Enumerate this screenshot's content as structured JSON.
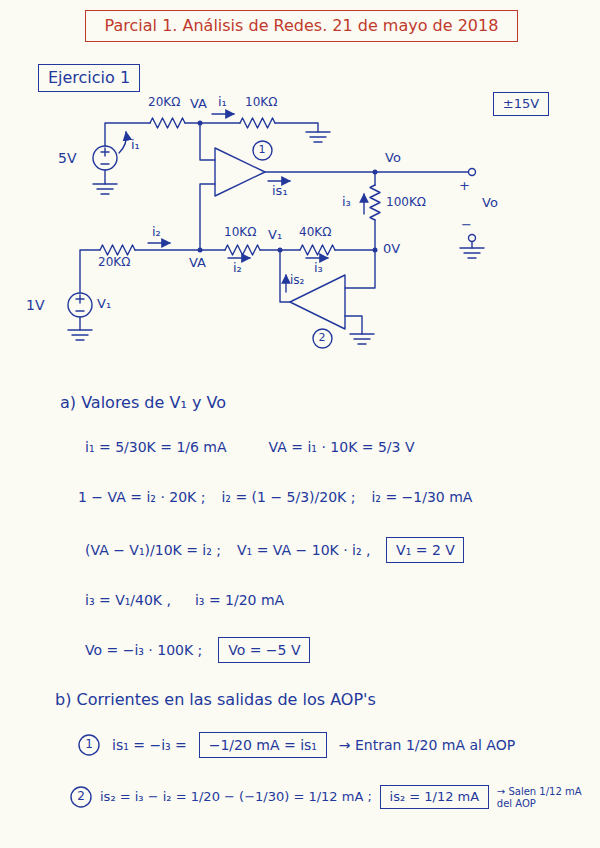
{
  "diagram": {
    "title": "Parcial 1. Análisis de Redes. 21 de mayo de 2018",
    "nodes": [
      {
        "text": [
          "Parcial 1. Análisis de Redes. 21 de mayo de 2018"
        ]
      },
      {
        "text": [
          "Ejercicio 1"
        ]
      },
      {
        "text": [
          "±15V"
        ]
      },
      {
        "text": [
          "1"
        ]
      },
      {
        "text": [
          "2"
        ]
      },
      {
        "text": [
          "V₁ = 2 V"
        ]
      },
      {
        "text": [
          "Vo = −5 V"
        ]
      },
      {
        "text": [
          "1"
        ]
      },
      {
        "text": [
          "−1/20 mA = is₁"
        ]
      },
      {
        "text": [
          "2"
        ]
      },
      {
        "text": [
          "is₂ = 1/12 mA"
        ]
      }
    ],
    "labels": [
      "20KΩ",
      "VA",
      "i₁",
      "10KΩ",
      "5V",
      "i₁",
      "Vo",
      "is₁",
      "+",
      "Vo",
      "−",
      "i₃",
      "100KΩ",
      "i₂",
      "20KΩ",
      "VA",
      "10KΩ",
      "i₂",
      "V₁",
      "40KΩ",
      "i₃",
      "0V",
      "is₂",
      "1V",
      "V₁",
      "a) Valores de V₁ y Vo",
      "i₁ = 5/30K = 1/6 mA",
      "VA = i₁ · 10K = 5/3 V",
      "1 − VA = i₂ · 20K ;",
      "i₂ = (1 − 5/3)/20K ;",
      "i₂ = −1/30 mA",
      "(VA − V₁)/10K = i₂ ;",
      "V₁ = VA − 10K · i₂ ,",
      "i₃ = V₁/40K ,",
      "i₃ = 1/20 mA",
      "Vo = −i₃ · 100K ;",
      "b) Corrientes en las salidas de los AOP's",
      "is₁ = −i₃ =",
      "→ Entran 1/20 mA al AOP",
      "is₂ = i₃ − i₂ = 1/20 − (−1/30) = 1/12 mA ;",
      "→ Salen 1/12 mA del AOP"
    ]
  }
}
